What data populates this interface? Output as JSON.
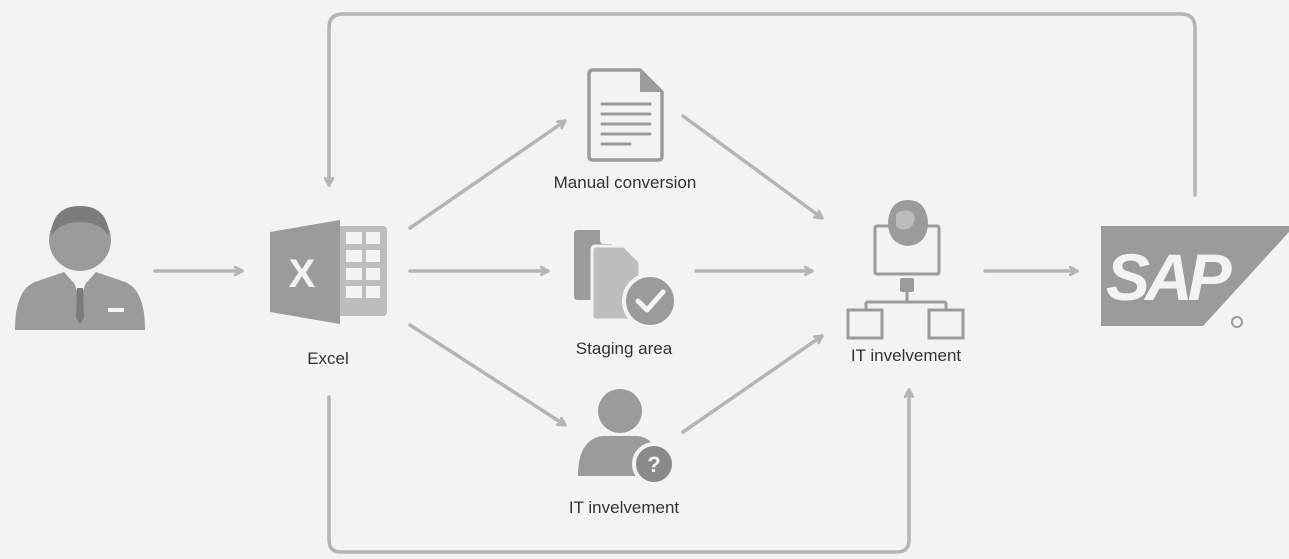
{
  "labels": {
    "excel": "Excel",
    "manual_conversion": "Manual conversion",
    "staging_area": "Staging area",
    "it_involvement_bottom": "IT invelvement",
    "it_involvement_hub": "IT invelvement"
  },
  "icons": {
    "user": "business-user-icon",
    "excel": "excel-icon",
    "document": "document-icon",
    "staging": "staging-area-icon",
    "it_person": "it-person-question-icon",
    "network": "network-hierarchy-icon",
    "sap": "sap-logo-icon"
  },
  "logo_text": {
    "excel_letter": "X",
    "sap": "SAP"
  },
  "colors": {
    "background": "#f3f3f3",
    "icon_gray": "#9b9b9b",
    "arrow_gray": "#b5b5b5",
    "text": "#333333"
  }
}
